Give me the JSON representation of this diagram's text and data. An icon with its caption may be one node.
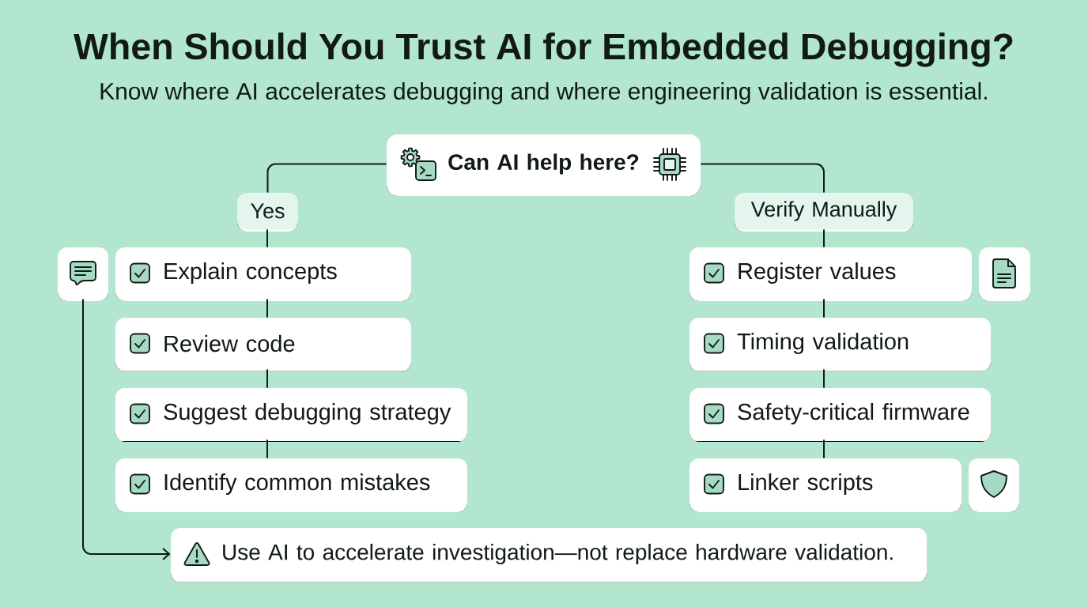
{
  "diagram": {
    "title": "When Should You Trust AI for Embedded Debugging?",
    "nodes": [
      {
        "text": [
          "Can AI help here?"
        ]
      },
      {
        "text": [
          "Yes"
        ]
      },
      {
        "text": [
          "Verify Manually"
        ]
      },
      {
        "text": [],
        "shape": "picture"
      },
      {
        "text": [
          "Explain concepts"
        ]
      },
      {
        "text": [
          "Review code"
        ]
      },
      {
        "text": [
          "Suggest debugging strategy"
        ]
      },
      {
        "text": [
          "Identify common mistakes"
        ]
      },
      {
        "text": [
          "Register values"
        ]
      },
      {
        "text": [],
        "shape": "picture"
      },
      {
        "text": [
          "Timing validation"
        ]
      },
      {
        "text": [
          "Safety-critical firmware"
        ]
      },
      {
        "text": [
          "Linker scripts"
        ]
      },
      {
        "text": [],
        "shape": "picture"
      },
      {
        "text": [
          "Use AI to accelerate investigation—not replace hardware validation."
        ]
      }
    ],
    "edges": [
      {
        "from": 0,
        "to": 1,
        "arrow": "none"
      },
      {
        "from": 0,
        "to": 2,
        "arrow": "none"
      },
      {
        "from": 1,
        "to": 4,
        "arrow": "none"
      },
      {
        "from": 4,
        "to": 5,
        "arrow": "none"
      },
      {
        "from": 5,
        "to": 6,
        "arrow": "none"
      },
      {
        "from": 6,
        "to": 7,
        "arrow": "none"
      },
      {
        "from": 2,
        "to": 8,
        "arrow": "none"
      },
      {
        "from": 8,
        "to": 10,
        "arrow": "none"
      },
      {
        "from": 10,
        "to": 11,
        "arrow": "none"
      },
      {
        "from": 11,
        "to": 12,
        "arrow": "none"
      },
      {
        "from": 3,
        "to": 14,
        "arrow": "to"
      }
    ],
    "labels": [
      "Know where AI accelerates debugging and where engineering validation is essential."
    ]
  }
}
